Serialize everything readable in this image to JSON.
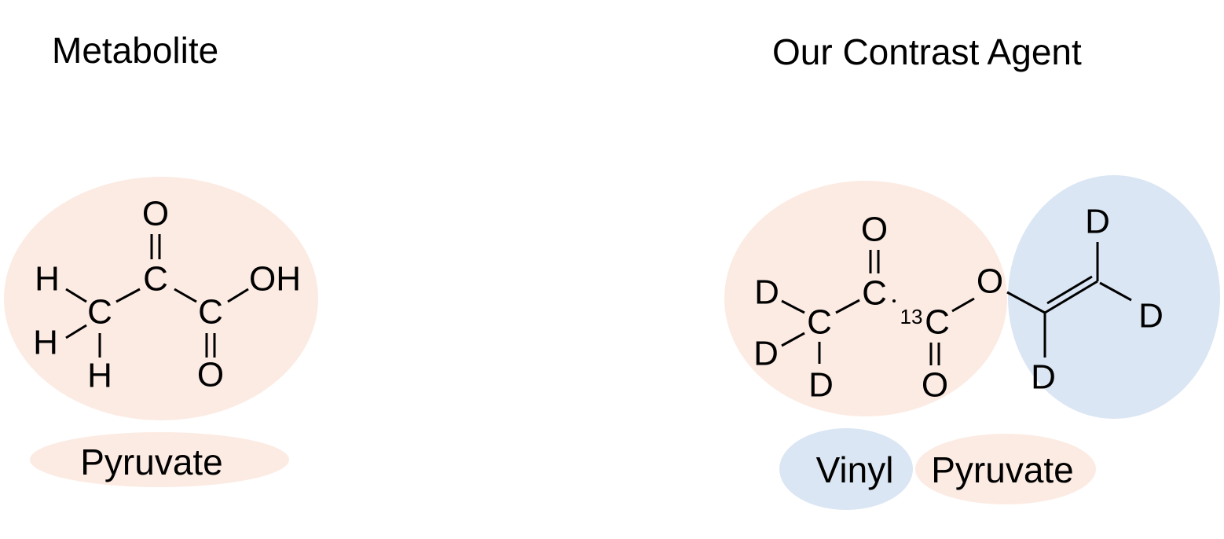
{
  "left": {
    "title": "Metabolite",
    "label": "Pyruvate",
    "atoms": {
      "o_top": "O",
      "c_carbonyl": "C",
      "h1": "H",
      "c_methyl": "C",
      "h2": "H",
      "h3": "H",
      "c_acid": "C",
      "oh": "OH",
      "o_bottom": "O"
    }
  },
  "right": {
    "title": "Our Contrast Agent",
    "label_vinyl": "Vinyl",
    "label_pyruvate": "Pyruvate",
    "atoms": {
      "o_top": "O",
      "c_carbonyl": "C",
      "d1": "D",
      "c_methyl": "C",
      "d2": "D",
      "d3": "D",
      "isotope": "13",
      "c_ester": "C",
      "o_ester": "O",
      "o_bottom": "O",
      "d_vinyl_top": "D",
      "d_vinyl_right": "D",
      "d_vinyl_bottom": "D"
    }
  },
  "colors": {
    "pyruvate": "#fcebe3",
    "vinyl": "#dae6f3"
  }
}
